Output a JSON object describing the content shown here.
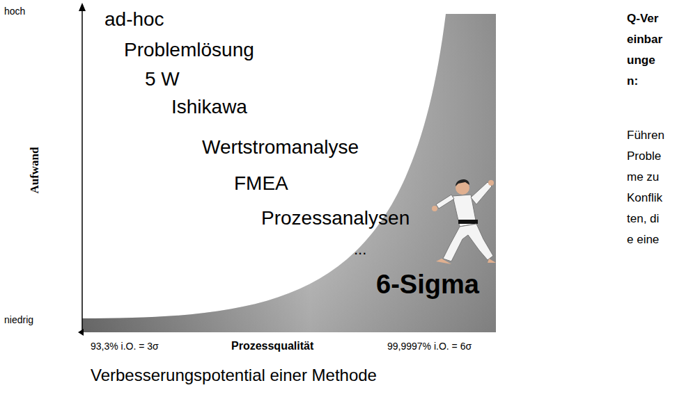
{
  "diagram": {
    "caption": "Verbesserungspotential einer Methode",
    "labels": [
      "hoch",
      "niedrig",
      "Aufwand",
      "ad-hoc",
      "Problemlösung",
      "5 W",
      "Ishikawa",
      "Wertstromanalyse",
      "FMEA",
      "Prozessanalysen",
      "...",
      "6-Sigma",
      "93,3% i.O. = 3σ",
      "Prozessqualität",
      "99,9997% i.O. = 6σ",
      "Q-Vereinbarungen:",
      "Führen Probleme zu Konflikten, die eine"
    ]
  }
}
